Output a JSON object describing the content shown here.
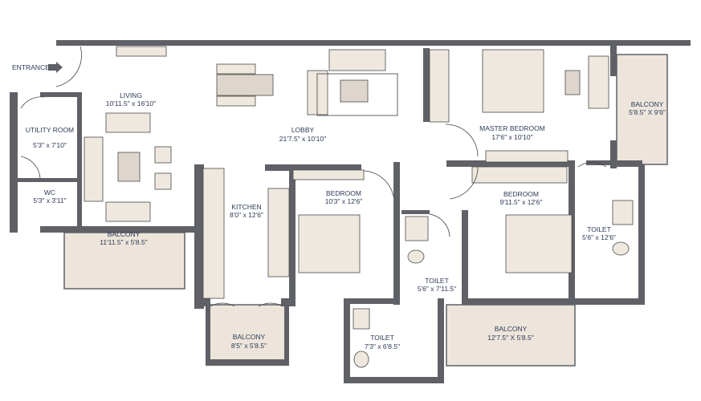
{
  "colors": {
    "wall": "#5f6167",
    "furniture": "#efe8df",
    "balcony": "#ede5db",
    "text": "#2d3a56"
  },
  "entrance": {
    "label": "ENTRANCE",
    "icon": "arrow-right-icon"
  },
  "rooms": [
    {
      "id": "living",
      "name": "LIVING",
      "size": "10'11.5\" x 16'10\""
    },
    {
      "id": "utility",
      "name": "UTILITY ROOM",
      "size": "5'3\" x 7'10\""
    },
    {
      "id": "wc",
      "name": "WC",
      "size": "5'3\" x 3'11\""
    },
    {
      "id": "lobby",
      "name": "LOBBY",
      "size": "21'7.5\" x 10'10\""
    },
    {
      "id": "kitchen",
      "name": "KITCHEN",
      "size": "8'0\" x 12'6\""
    },
    {
      "id": "bedroom1",
      "name": "BEDROOM",
      "size": "10'3\" x 12'6\""
    },
    {
      "id": "master",
      "name": "MASTER BEDROOM",
      "size": "17'6\" x 10'10\""
    },
    {
      "id": "balcony-master",
      "name": "BALCONY",
      "size": "5'8.5\" X 9'6\""
    },
    {
      "id": "bedroom2",
      "name": "BEDROOM",
      "size": "9'11.5\" x 12'6\""
    },
    {
      "id": "toilet-master",
      "name": "TOILET",
      "size": "5'6\" x 12'6\""
    },
    {
      "id": "toilet-mid",
      "name": "TOILET",
      "size": "5'6\" x 7'11.5\""
    },
    {
      "id": "balcony-living",
      "name": "BALCONY",
      "size": "11'11.5\" x 5'8.5\""
    },
    {
      "id": "balcony-kitchen",
      "name": "BALCONY",
      "size": "8'5\" x 5'8.5\""
    },
    {
      "id": "toilet-bottom",
      "name": "TOILET",
      "size": "7'3\" x 6'8.5\""
    },
    {
      "id": "balcony-bedroom",
      "name": "BALCONY",
      "size": "12'7.5\" X 5'8.5\""
    }
  ]
}
